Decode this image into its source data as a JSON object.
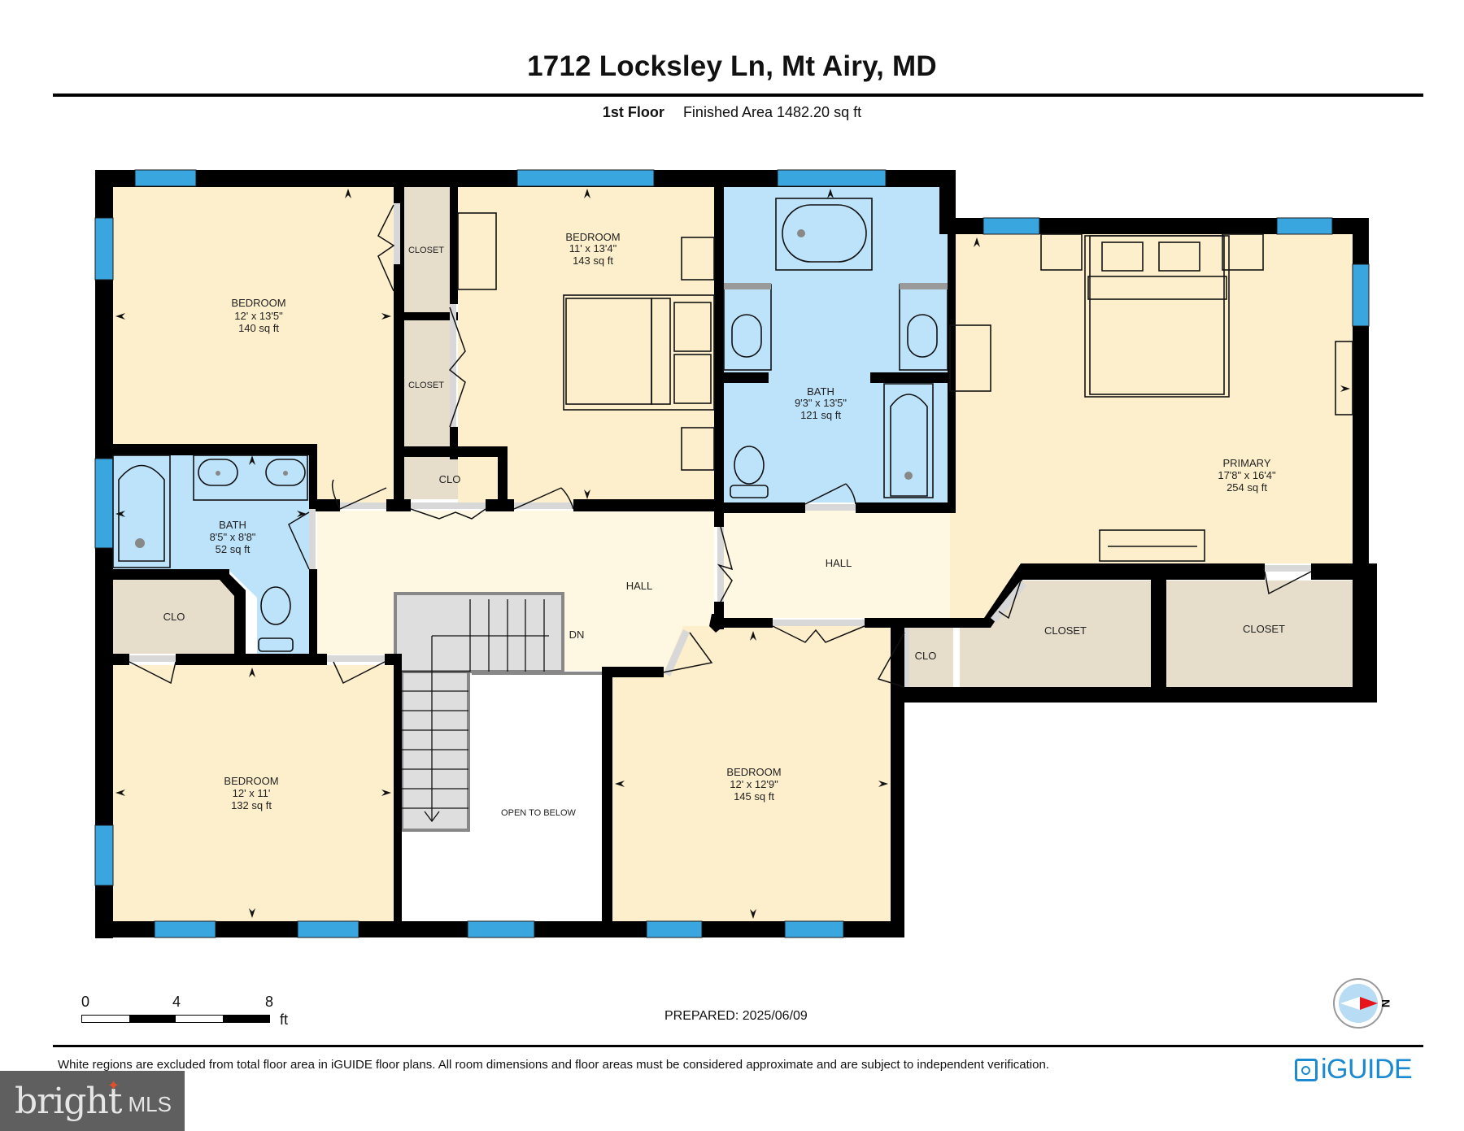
{
  "header": {
    "title": "1712 Locksley Ln, Mt Airy, MD",
    "floor": "1st Floor",
    "finished_area": "Finished Area 1482.20 sq ft"
  },
  "rooms": {
    "bedroom_nw": {
      "name": "BEDROOM",
      "dims": "12' x 13'5\"",
      "area": "140 sq ft"
    },
    "bedroom_n": {
      "name": "BEDROOM",
      "dims": "11' x 13'4\"",
      "area": "143 sq ft"
    },
    "bath_main": {
      "name": "BATH",
      "dims": "9'3\" x 13'5\"",
      "area": "121 sq ft"
    },
    "primary": {
      "name": "PRIMARY",
      "dims": "17'8\" x 16'4\"",
      "area": "254 sq ft"
    },
    "bath_w": {
      "name": "BATH",
      "dims": "8'5\" x 8'8\"",
      "area": "52 sq ft"
    },
    "bedroom_sw": {
      "name": "BEDROOM",
      "dims": "12' x 11'",
      "area": "132 sq ft"
    },
    "bedroom_s": {
      "name": "BEDROOM",
      "dims": "12' x 12'9\"",
      "area": "145 sq ft"
    },
    "closet_1": {
      "name": "CLOSET"
    },
    "closet_2": {
      "name": "CLOSET"
    },
    "clo_1": {
      "name": "CLO"
    },
    "clo_2": {
      "name": "CLO"
    },
    "clo_3": {
      "name": "CLO"
    },
    "closet_3": {
      "name": "CLOSET"
    },
    "closet_4": {
      "name": "CLOSET"
    },
    "hall_1": {
      "name": "HALL"
    },
    "hall_2": {
      "name": "HALL"
    },
    "stairs": {
      "label": "DN"
    },
    "open": {
      "name": "OPEN TO BELOW"
    }
  },
  "colors": {
    "bedroom": "#fdefcb",
    "hall": "#fef7e1",
    "bath": "#bde3fb",
    "closet": "#e7ddcb",
    "window": "#3aa6e0",
    "wall": "#000000",
    "stairs": "#dedede",
    "door_gap": "#d9d9d9"
  },
  "scale_bar": {
    "ticks": [
      "0",
      "4",
      "8"
    ],
    "unit": "ft"
  },
  "footer": {
    "prepared": "PREPARED: 2025/06/09",
    "disclaimer": "White regions are excluded from total floor area in iGUIDE floor plans. All room dimensions and floor areas must be considered approximate and are subject to independent verification.",
    "brand": "iGUIDE",
    "compass_label": "N",
    "watermark_main": "bright",
    "watermark_sub": "MLS"
  }
}
